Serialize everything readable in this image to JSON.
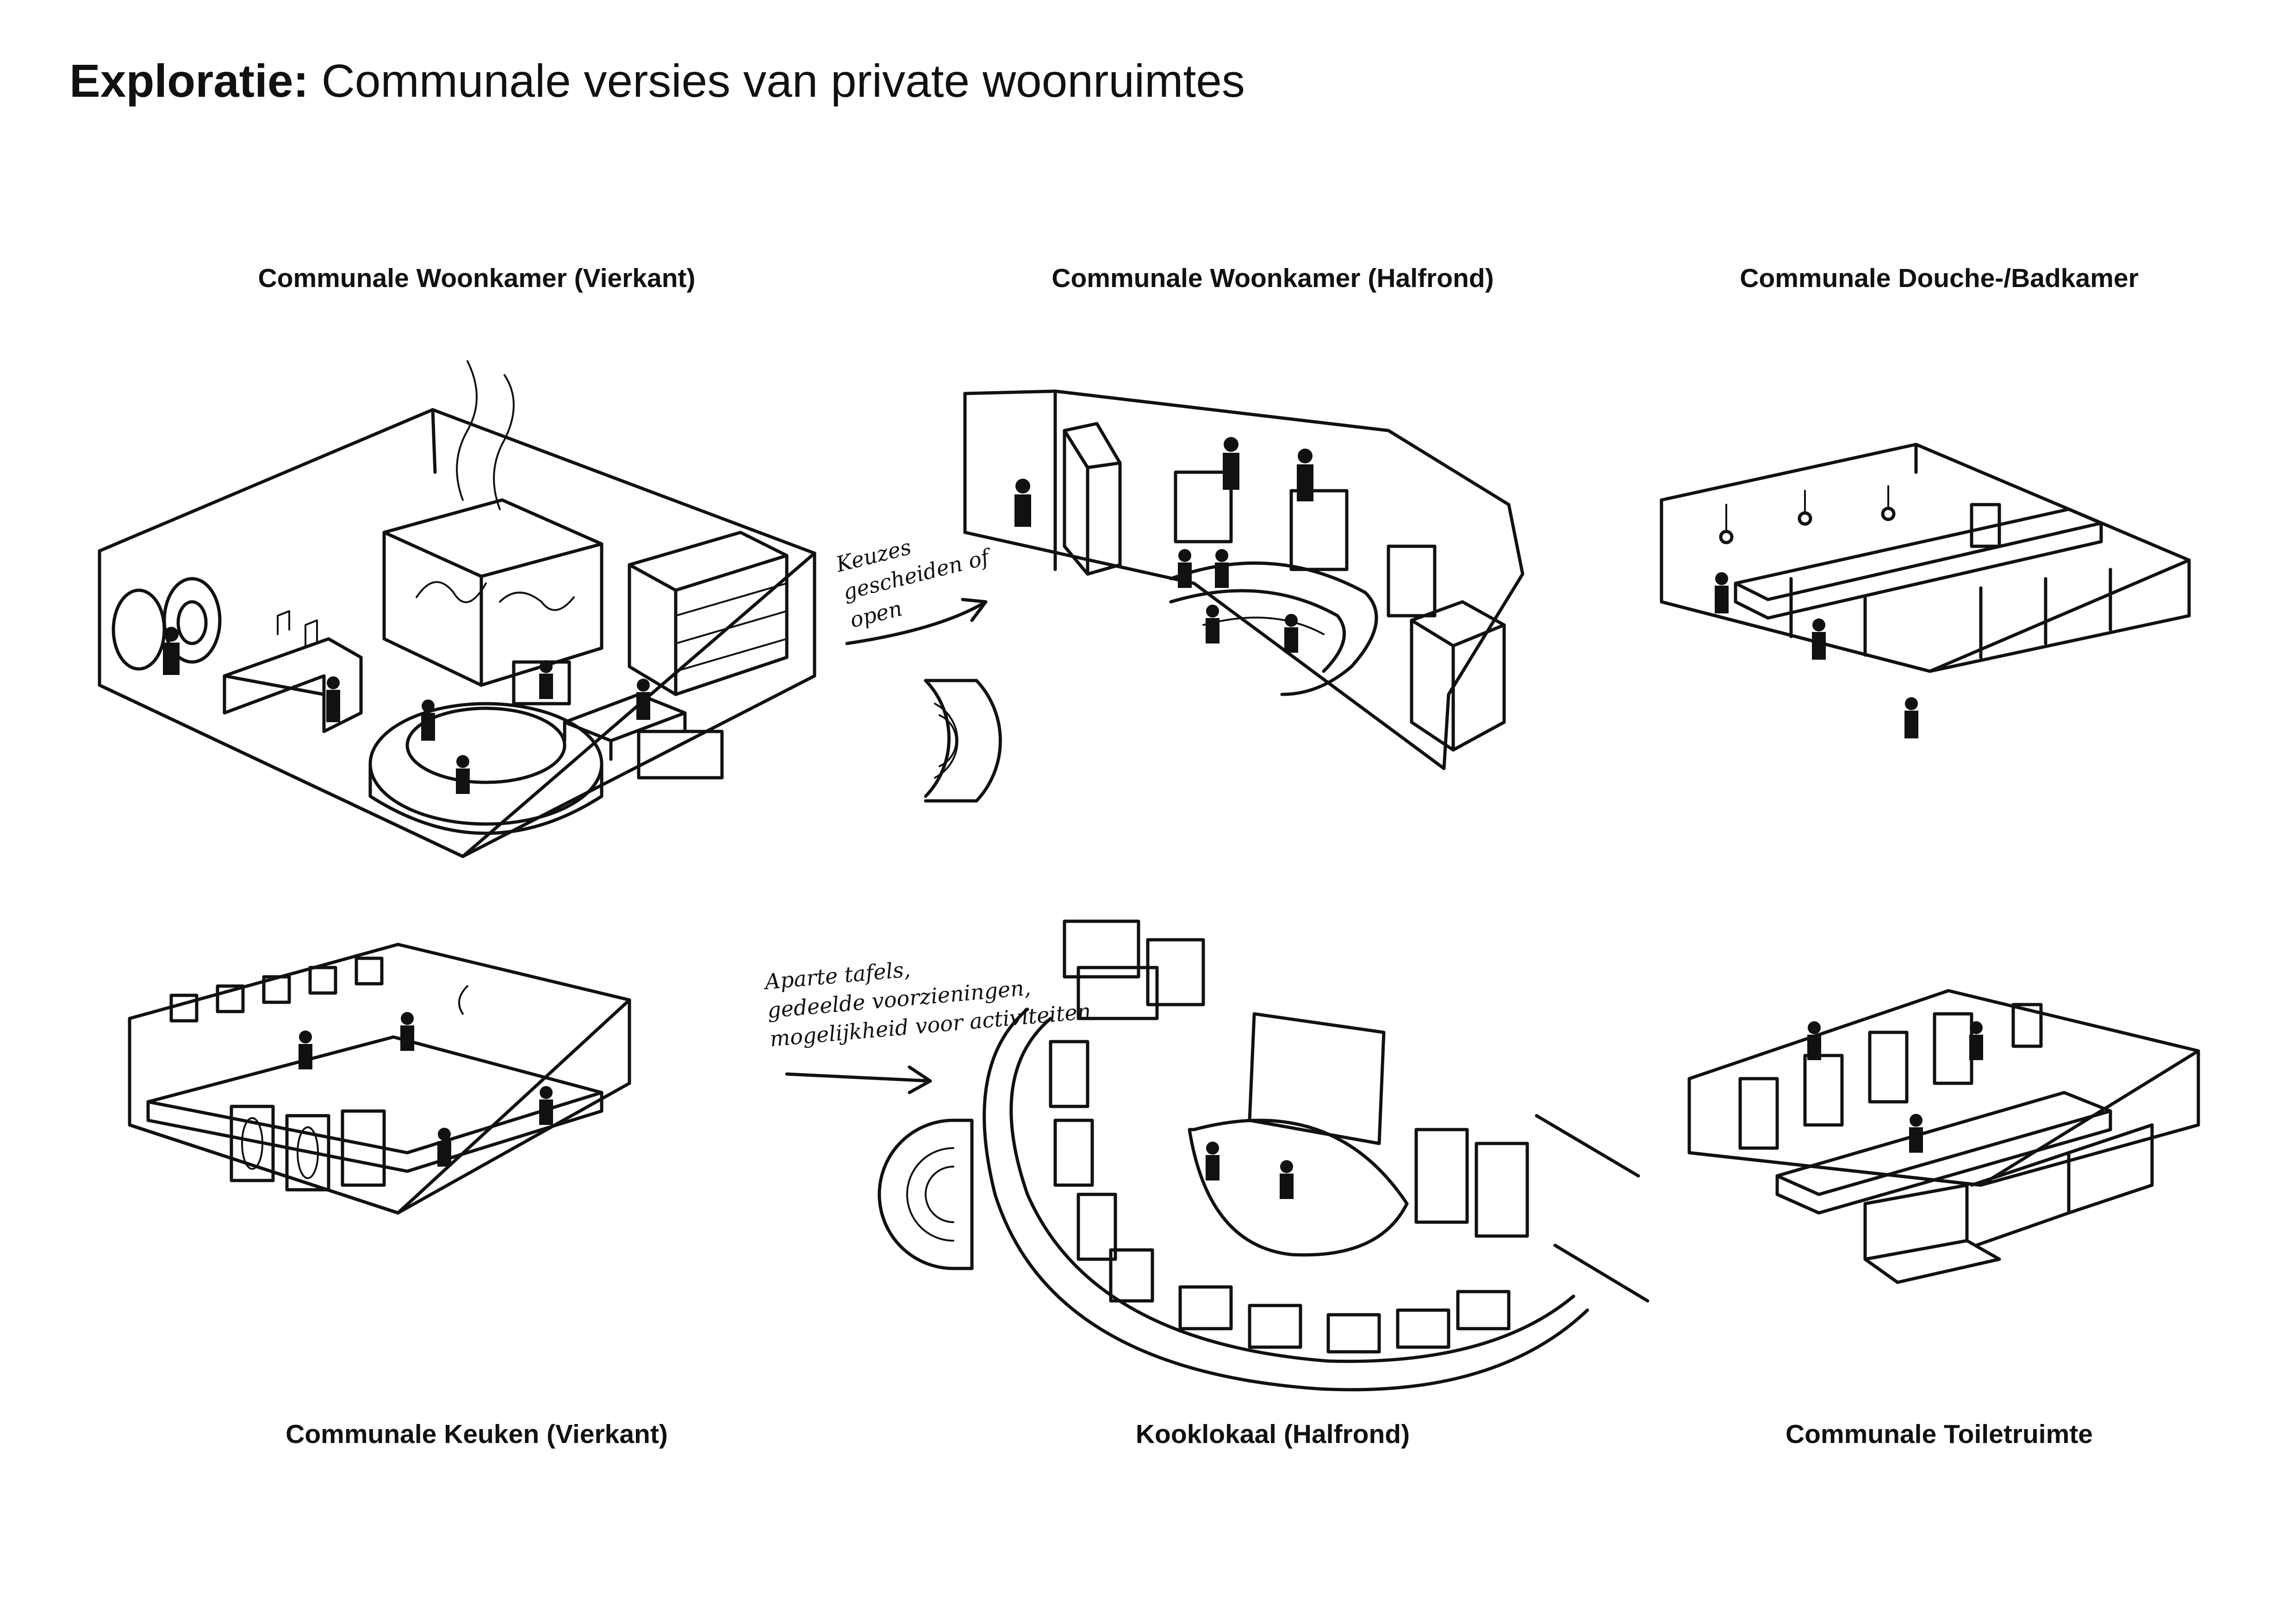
{
  "page": {
    "title_bold": "Exploratie:",
    "title_rest": " Communale versies van private woonruimtes"
  },
  "panels": [
    {
      "caption": "Communale Woonkamer (Vierkant)"
    },
    {
      "caption": "Communale Woonkamer (Halfrond)"
    },
    {
      "caption": "Communale Douche-/Badkamer"
    },
    {
      "caption": "Communale Keuken (Vierkant)"
    },
    {
      "caption": "Kooklokaal (Halfrond)"
    },
    {
      "caption": "Communale Toiletruimte"
    }
  ],
  "annotations": {
    "top": [
      "Keuzes",
      "gescheiden of",
      "open"
    ],
    "bottom": [
      "Aparte tafels,",
      "gedeelde voorzieningen,",
      "mogelijkheid voor activiteiten"
    ]
  }
}
